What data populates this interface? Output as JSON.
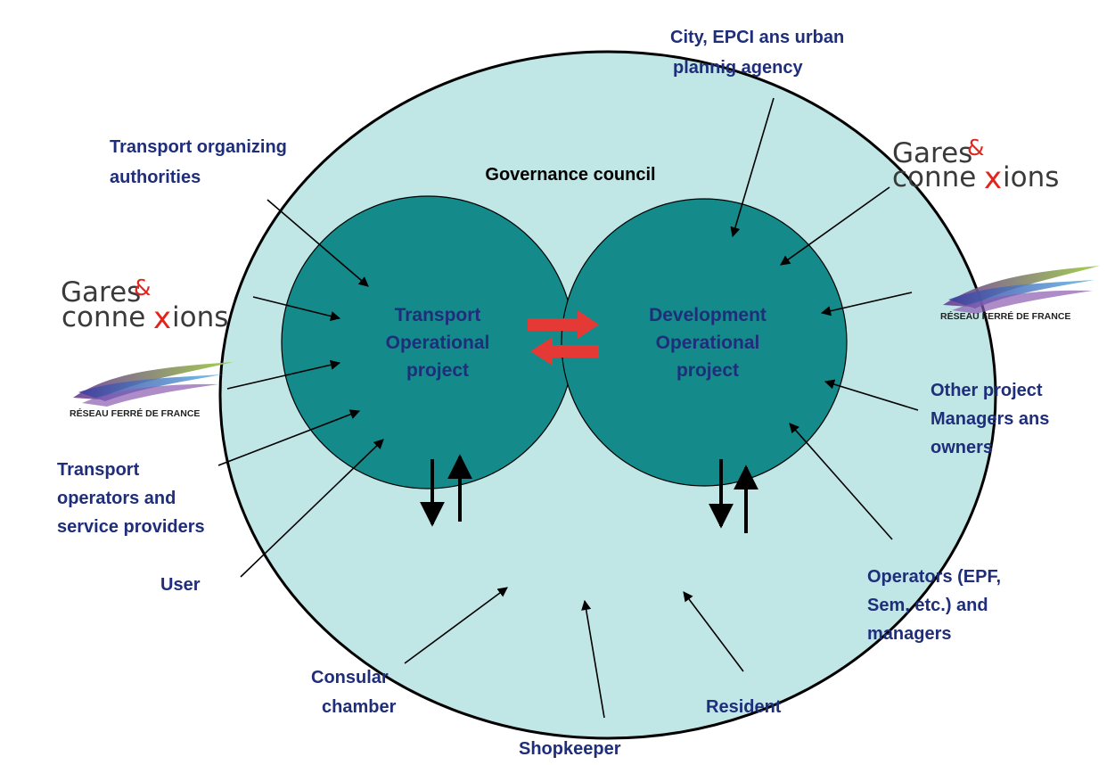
{
  "colors": {
    "outer_fill": "#c1e6e6",
    "inner_fill": "#148a8a",
    "label_navy": "#1f2e7a",
    "exchange_arrow": "#e53935",
    "logo_red": "#e2241b"
  },
  "governance_label": "Governance council",
  "inner": {
    "left": [
      "Transport",
      "Operational",
      "project"
    ],
    "right": [
      "Development",
      "Operational",
      "project"
    ]
  },
  "stakeholders": {
    "city": [
      "City, EPCI ans urban",
      "plannig agency"
    ],
    "transport_authorities": [
      "Transport organizing",
      "authorities"
    ],
    "transport_operators": [
      "Transport",
      "operators and",
      "service providers"
    ],
    "user": "User",
    "other_managers": [
      "Other project",
      "Managers ans",
      "owners"
    ],
    "operators": [
      "Operators (EPF,",
      "Sem, etc.) and",
      "managers"
    ],
    "consular": [
      "Consular",
      "chamber"
    ],
    "resident": "Resident",
    "shopkeeper": "Shopkeeper"
  },
  "logos": {
    "gares_line1": "Gares",
    "gares_amp": "&",
    "gares_line2a": "conne",
    "gares_x": "x",
    "gares_line2b": "ions",
    "rff": "RÉSEAU FERRÉ DE FRANCE"
  },
  "icons": {
    "stakeholder_arrow": "arrow-icon",
    "exchange": "double-arrow-icon"
  }
}
